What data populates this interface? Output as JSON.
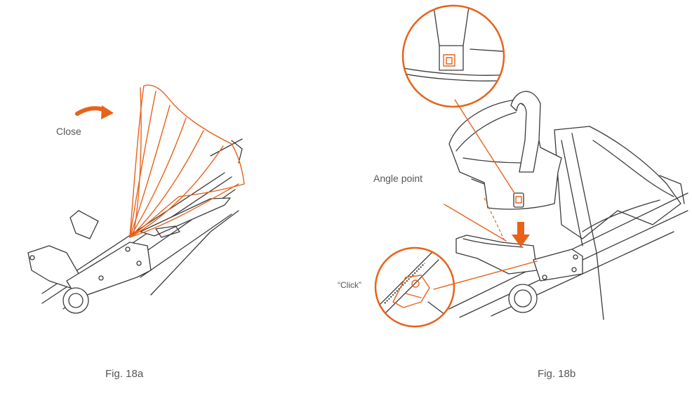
{
  "fig_a": {
    "caption": "Fig. 18a",
    "close_label": "Close"
  },
  "fig_b": {
    "caption": "Fig. 18b",
    "angle_label": "Angle point",
    "click_label": "“Click”"
  },
  "colors": {
    "accent": "#e8621a",
    "ink": "#3a3a3a",
    "label": "#555555"
  },
  "icons": {
    "rotate_arrow": "curved-arrow-icon",
    "down_arrow": "down-arrow-icon"
  }
}
